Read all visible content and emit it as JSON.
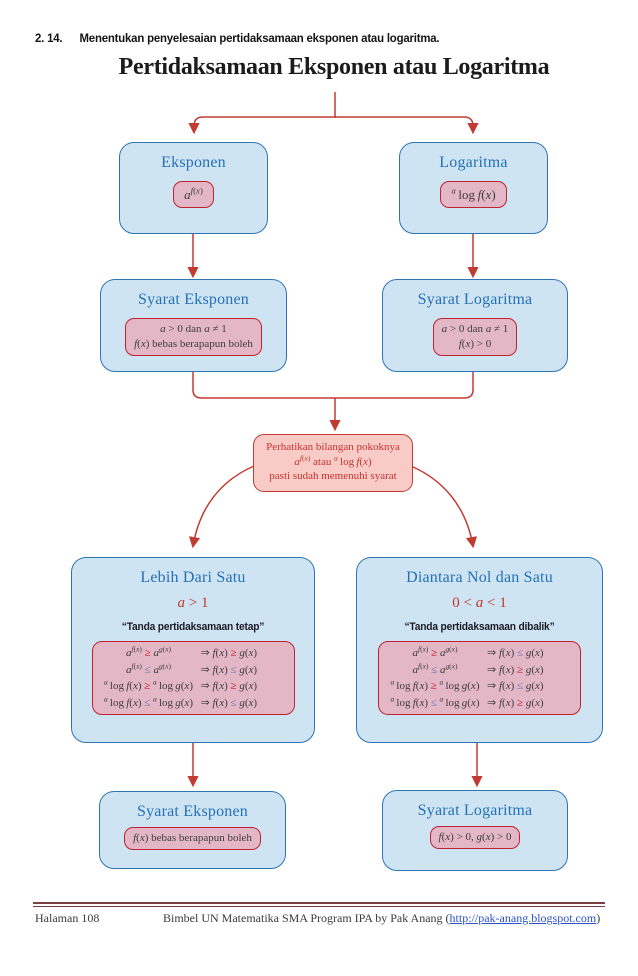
{
  "header": {
    "section_number": "2. 14.",
    "section_heading": "Menentukan penyelesaian pertidaksamaan eksponen atau logaritma.",
    "title": "Pertidaksamaan Eksponen atau Logaritma"
  },
  "nodes": {
    "eksponen": {
      "title": "Eksponen",
      "formula_html": "<i>a</i><sup><i>f</i>(<i>x</i>)</sup>"
    },
    "logaritma": {
      "title": "Logaritma",
      "formula_html": "<sup><i>a</i></sup>&thinsp;log&thinsp;<i>f</i>(<i>x</i>)"
    },
    "syarat_eksponen_top": {
      "title": "Syarat Eksponen",
      "line1_html": "<i>a</i> &gt; 0 dan <i>a</i> &ne; 1",
      "line2_html": "<i>f</i>(<i>x</i>) bebas berapapun boleh"
    },
    "syarat_logaritma_top": {
      "title": "Syarat Logaritma",
      "line1_html": "<i>a</i> &gt; 0 dan <i>a</i> &ne; 1",
      "line2_html": "<i>f</i>(<i>x</i>) &gt; 0"
    },
    "perhatikan": {
      "line1": "Perhatikan bilangan pokoknya",
      "line2_html": "<i>a</i><sup><i>f</i>(<i>x</i>)</sup> atau <sup><i>a</i></sup>&thinsp;log&thinsp;<i>f</i>(<i>x</i>)",
      "line3": "pasti sudah memenuhi syarat"
    },
    "lebih_dari_satu": {
      "title": "Lebih Dari Satu",
      "condition_html": "<i>a</i> &gt; 1",
      "quote": "“Tanda pertidaksamaan tetap”",
      "rules": [
        {
          "lhs": "<i>a</i><sup><i>f</i>(<i>x</i>)</sup> <span class='ge'>&ge;</span> <i>a</i><sup><i>g</i>(<i>x</i>)</sup>",
          "rhs": "&rArr; <i>f</i>(<i>x</i>) <span class='ge'>&ge;</span> <i>g</i>(<i>x</i>)"
        },
        {
          "lhs": "<i>a</i><sup><i>f</i>(<i>x</i>)</sup> <span class='le'>&le;</span> <i>a</i><sup><i>g</i>(<i>x</i>)</sup>",
          "rhs": "&rArr; <i>f</i>(<i>x</i>) <span class='le'>&le;</span> <i>g</i>(<i>x</i>)"
        },
        {
          "lhs": "<sup><i>a</i></sup>&thinsp;log&thinsp;<i>f</i>(<i>x</i>) <span class='ge'>&ge;</span> <sup><i>a</i></sup>&thinsp;log&thinsp;<i>g</i>(<i>x</i>)",
          "rhs": "&rArr; <i>f</i>(<i>x</i>) <span class='ge'>&ge;</span> <i>g</i>(<i>x</i>)"
        },
        {
          "lhs": "<sup><i>a</i></sup>&thinsp;log&thinsp;<i>f</i>(<i>x</i>) <span class='le'>&le;</span> <sup><i>a</i></sup>&thinsp;log&thinsp;<i>g</i>(<i>x</i>)",
          "rhs": "&rArr; <i>f</i>(<i>x</i>) <span class='le'>&le;</span> <i>g</i>(<i>x</i>)"
        }
      ]
    },
    "diantara_nol_dan_satu": {
      "title": "Diantara Nol dan Satu",
      "condition_html": "0 &lt; <i>a</i> &lt; 1",
      "quote": "“Tanda pertidaksamaan dibalik”",
      "rules": [
        {
          "lhs": "<i>a</i><sup><i>f</i>(<i>x</i>)</sup> <span class='ge'>&ge;</span> <i>a</i><sup><i>g</i>(<i>x</i>)</sup>",
          "rhs": "&rArr; <i>f</i>(<i>x</i>) <span class='le'>&le;</span> <i>g</i>(<i>x</i>)"
        },
        {
          "lhs": "<i>a</i><sup><i>f</i>(<i>x</i>)</sup> <span class='le'>&le;</span> <i>a</i><sup><i>g</i>(<i>x</i>)</sup>",
          "rhs": "&rArr; <i>f</i>(<i>x</i>) <span class='ge'>&ge;</span> <i>g</i>(<i>x</i>)"
        },
        {
          "lhs": "<sup><i>a</i></sup>&thinsp;log&thinsp;<i>f</i>(<i>x</i>) <span class='ge'>&ge;</span> <sup><i>a</i></sup>&thinsp;log&thinsp;<i>g</i>(<i>x</i>)",
          "rhs": "&rArr; <i>f</i>(<i>x</i>) <span class='le'>&le;</span> <i>g</i>(<i>x</i>)"
        },
        {
          "lhs": "<sup><i>a</i></sup>&thinsp;log&thinsp;<i>f</i>(<i>x</i>) <span class='le'>&le;</span> <sup><i>a</i></sup>&thinsp;log&thinsp;<i>g</i>(<i>x</i>)",
          "rhs": "&rArr; <i>f</i>(<i>x</i>) <span class='ge'>&ge;</span> <i>g</i>(<i>x</i>)"
        }
      ]
    },
    "syarat_eksponen_bottom": {
      "title": "Syarat Eksponen",
      "line1_html": "<i>f</i>(<i>x</i>) bebas berapapun boleh"
    },
    "syarat_logaritma_bottom": {
      "title": "Syarat Logaritma",
      "line1_html": "<i>f</i>(<i>x</i>) &gt; 0, <i>g</i>(<i>x</i>) &gt; 0"
    }
  },
  "footer": {
    "page_label": "Halaman 108",
    "credit_prefix": "Bimbel UN Matematika SMA Program IPA by Pak Anang (",
    "link_text": "http://pak-anang.blogspot.com",
    "link_url": "http://pak-anang.blogspot.com",
    "credit_suffix": ")"
  },
  "colors": {
    "arrow_red": "#c23b33",
    "blue_box_fill": "#cfe4f2",
    "blue_box_border": "#2e75b6",
    "blue_title_text": "#2471b5",
    "pink_inner_fill": "#e4b7c6",
    "pink_inner_border": "#bf2333",
    "salmon_fill": "#f8cbc7",
    "salmon_text": "#c53431",
    "ge_symbol_red": "#c00000",
    "le_symbol_blue": "#5a6fb5",
    "link_blue": "#2b50c8",
    "footer_rule_maroon": "#7a4141"
  }
}
